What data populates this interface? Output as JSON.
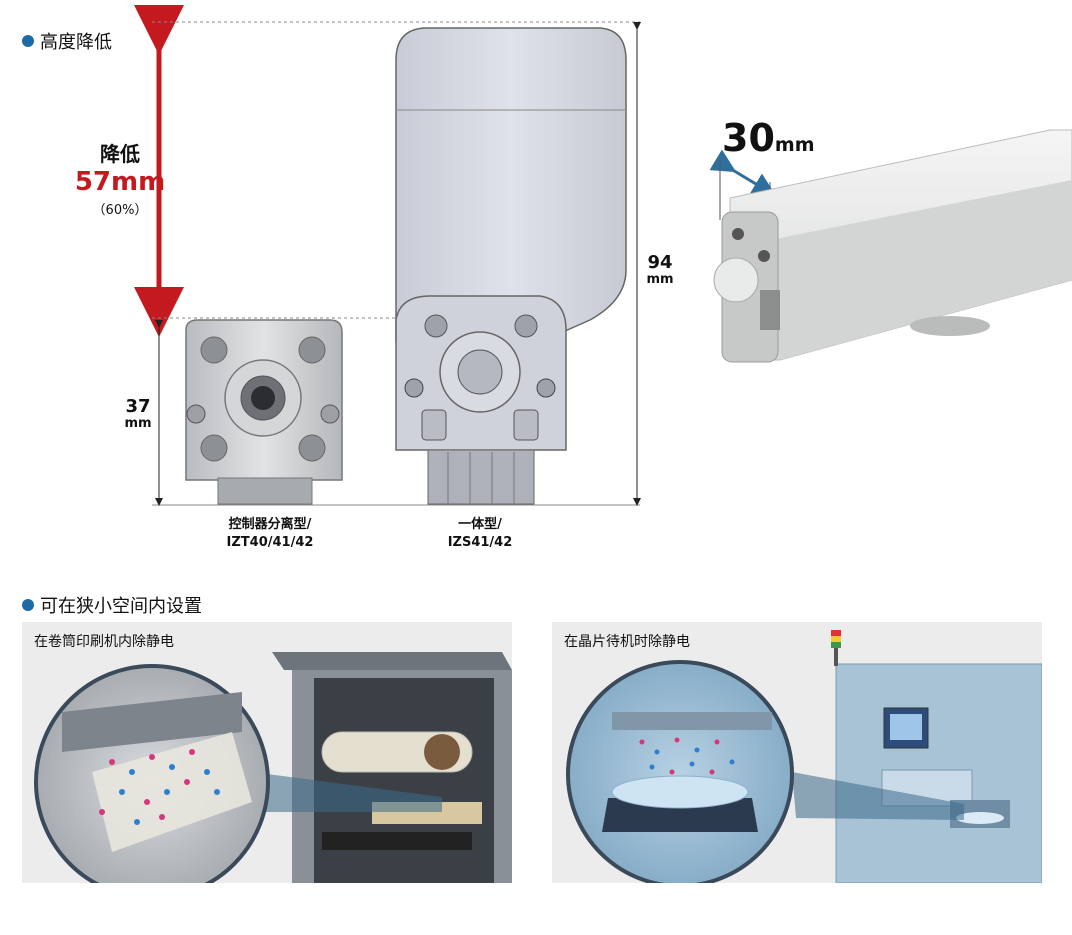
{
  "section1": {
    "title": "高度降低"
  },
  "reduction": {
    "label": "降低",
    "value": "57mm",
    "percent": "（60%）"
  },
  "dims": {
    "left_height_value": "37",
    "left_height_unit": "mm",
    "right_height_value": "94",
    "right_height_unit": "mm",
    "width_value": "30",
    "width_unit": "mm"
  },
  "products": [
    {
      "line1": "控制器分离型/",
      "line2": "IZT40/41/42"
    },
    {
      "line1": "一体型/",
      "line2": "IZS41/42"
    }
  ],
  "section2": {
    "title": "可在狭小空间内设置"
  },
  "panels": [
    {
      "caption": "在卷筒印刷机内除静电"
    },
    {
      "caption": "在晶片待机时除静电"
    }
  ],
  "colors": {
    "accent_red": "#c41a1f",
    "bullet_blue": "#1f6aa5",
    "arrow_blue": "#2f6f9e"
  }
}
